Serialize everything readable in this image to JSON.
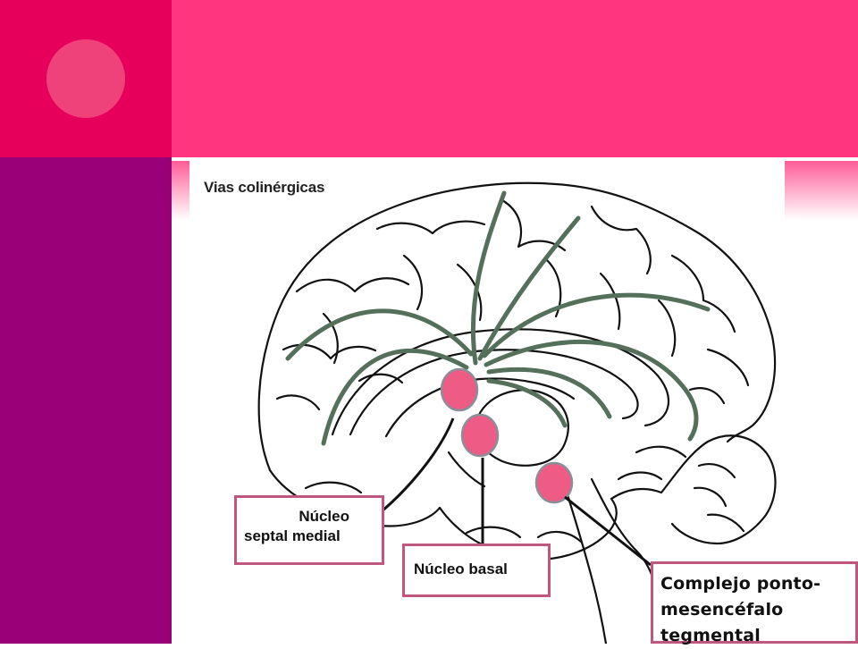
{
  "slide": {
    "colors": {
      "corner": "#e6005c",
      "top_bar": "#ff3580",
      "left_column": "#990077",
      "marker": "#ee5b85",
      "marker_border": "#8b8e99",
      "pathway": "#55705a",
      "label_border": "#c0577e"
    }
  },
  "diagram": {
    "title": "Vias colinérgicas",
    "labels": {
      "septal_line1": "Núcleo",
      "septal_line2": "septal medial",
      "basal": "Núcleo basal",
      "complejo_line1": "Complejo ponto-",
      "complejo_line2": "mesencéfalo",
      "complejo_line3": "tegmental"
    }
  }
}
